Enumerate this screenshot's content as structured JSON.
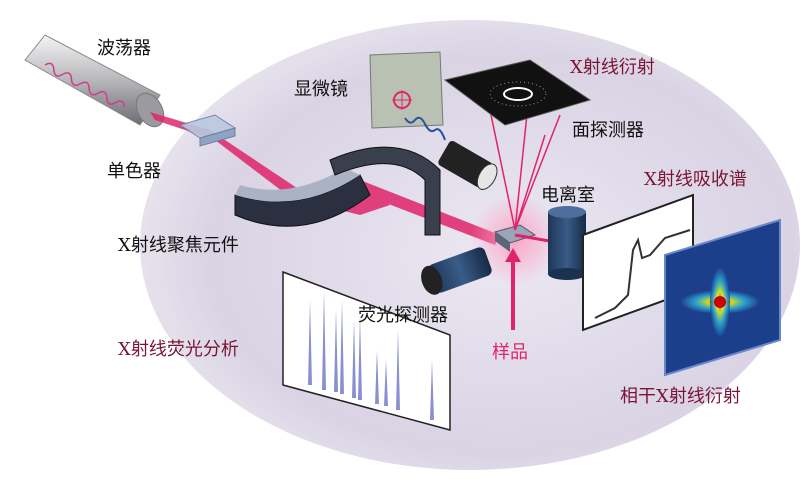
{
  "labels": {
    "undulator": "波荡器",
    "monochromator": "单色器",
    "focusing_optics": "X射线聚焦元件",
    "microscope": "显微镜",
    "xrd": "X射线衍射",
    "area_detector": "面探测器",
    "ion_chamber": "电离室",
    "xas": "X射线吸收谱",
    "fluorescence_detector": "荧光探测器",
    "sample": "样品",
    "xrf": "X射线荧光分析",
    "cxd": "相干X射线衍射"
  },
  "colors": {
    "beam": "#e0246a",
    "technique_label": "#7a1436",
    "background": "#dcd6e6"
  }
}
